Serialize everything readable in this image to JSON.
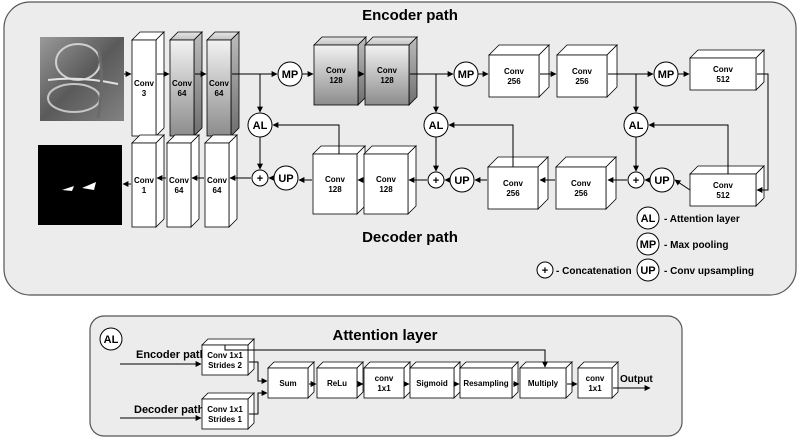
{
  "top": {
    "encoder_title": "Encoder path",
    "decoder_title": "Decoder path",
    "enc": [
      {
        "l1": "Conv",
        "l2": "3"
      },
      {
        "l1": "Conv",
        "l2": "64"
      },
      {
        "l1": "Conv",
        "l2": "64"
      },
      {
        "l1": "Conv",
        "l2": "128"
      },
      {
        "l1": "Conv",
        "l2": "128"
      },
      {
        "l1": "Conv",
        "l2": "256"
      },
      {
        "l1": "Conv",
        "l2": "256"
      },
      {
        "l1": "Conv",
        "l2": "512"
      }
    ],
    "dec": [
      {
        "l1": "Conv",
        "l2": "1"
      },
      {
        "l1": "Conv",
        "l2": "64"
      },
      {
        "l1": "Conv",
        "l2": "64"
      },
      {
        "l1": "Conv",
        "l2": "128"
      },
      {
        "l1": "Conv",
        "l2": "128"
      },
      {
        "l1": "Conv",
        "l2": "256"
      },
      {
        "l1": "Conv",
        "l2": "256"
      },
      {
        "l1": "Conv",
        "l2": "512"
      }
    ],
    "symbols": {
      "mp": "MP",
      "al": "AL",
      "up": "UP",
      "plus": "+"
    },
    "legend": [
      {
        "sym": "AL",
        "text": "- Attention layer"
      },
      {
        "sym": "MP",
        "text": "- Max pooling"
      },
      {
        "sym": "UP",
        "text": "- Conv upsampling"
      }
    ],
    "concat_label": "- Concatenation"
  },
  "bottom": {
    "badge": "AL",
    "title": "Attention layer",
    "encoder_label": "Encoder path",
    "decoder_label": "Decoder path",
    "conv_enc": {
      "l1": "Conv 1x1",
      "l2": "Strides 2"
    },
    "conv_dec": {
      "l1": "Conv 1x1",
      "l2": "Strides 1"
    },
    "sum": "Sum",
    "relu": "ReLu",
    "conv": {
      "l1": "conv",
      "l2": "1x1"
    },
    "sigmoid": "Sigmoid",
    "resampling": "Resampling",
    "multiply": "Multiply",
    "conv_out": {
      "l1": "conv",
      "l2": "1x1"
    },
    "output": "Output"
  }
}
